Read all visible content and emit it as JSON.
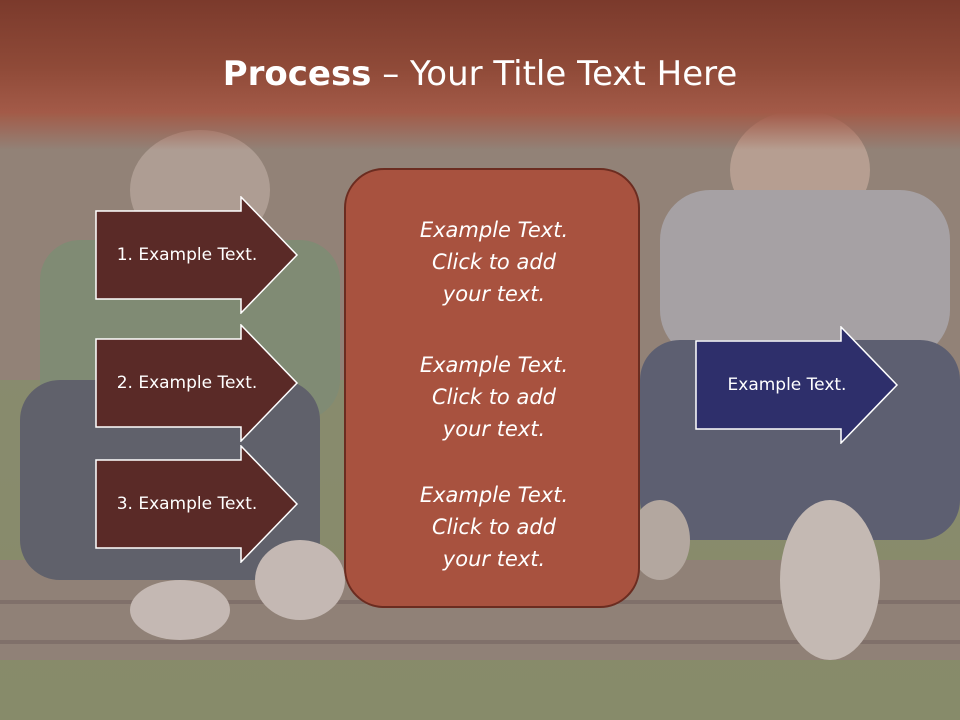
{
  "title": {
    "bold": "Process",
    "rest": " – Your Title Text Here"
  },
  "left_arrows": [
    {
      "label": "1. Example Text."
    },
    {
      "label": "2. Example Text."
    },
    {
      "label": "3. Example Text."
    }
  ],
  "center_box": {
    "paragraphs": [
      {
        "lines": [
          "Example Text.",
          "Click  to add",
          "your text."
        ]
      },
      {
        "lines": [
          "Example Text.",
          "Click  to add",
          "your text."
        ]
      },
      {
        "lines": [
          "Example Text.",
          "Click  to add",
          "your text."
        ]
      }
    ]
  },
  "right_arrow": {
    "label": "Example Text."
  },
  "colors": {
    "title_band": "#8f4a38",
    "left_arrow_fill": "#5a2a27",
    "center_box_fill": "#a8523f",
    "right_arrow_fill": "#2e2f6b"
  }
}
